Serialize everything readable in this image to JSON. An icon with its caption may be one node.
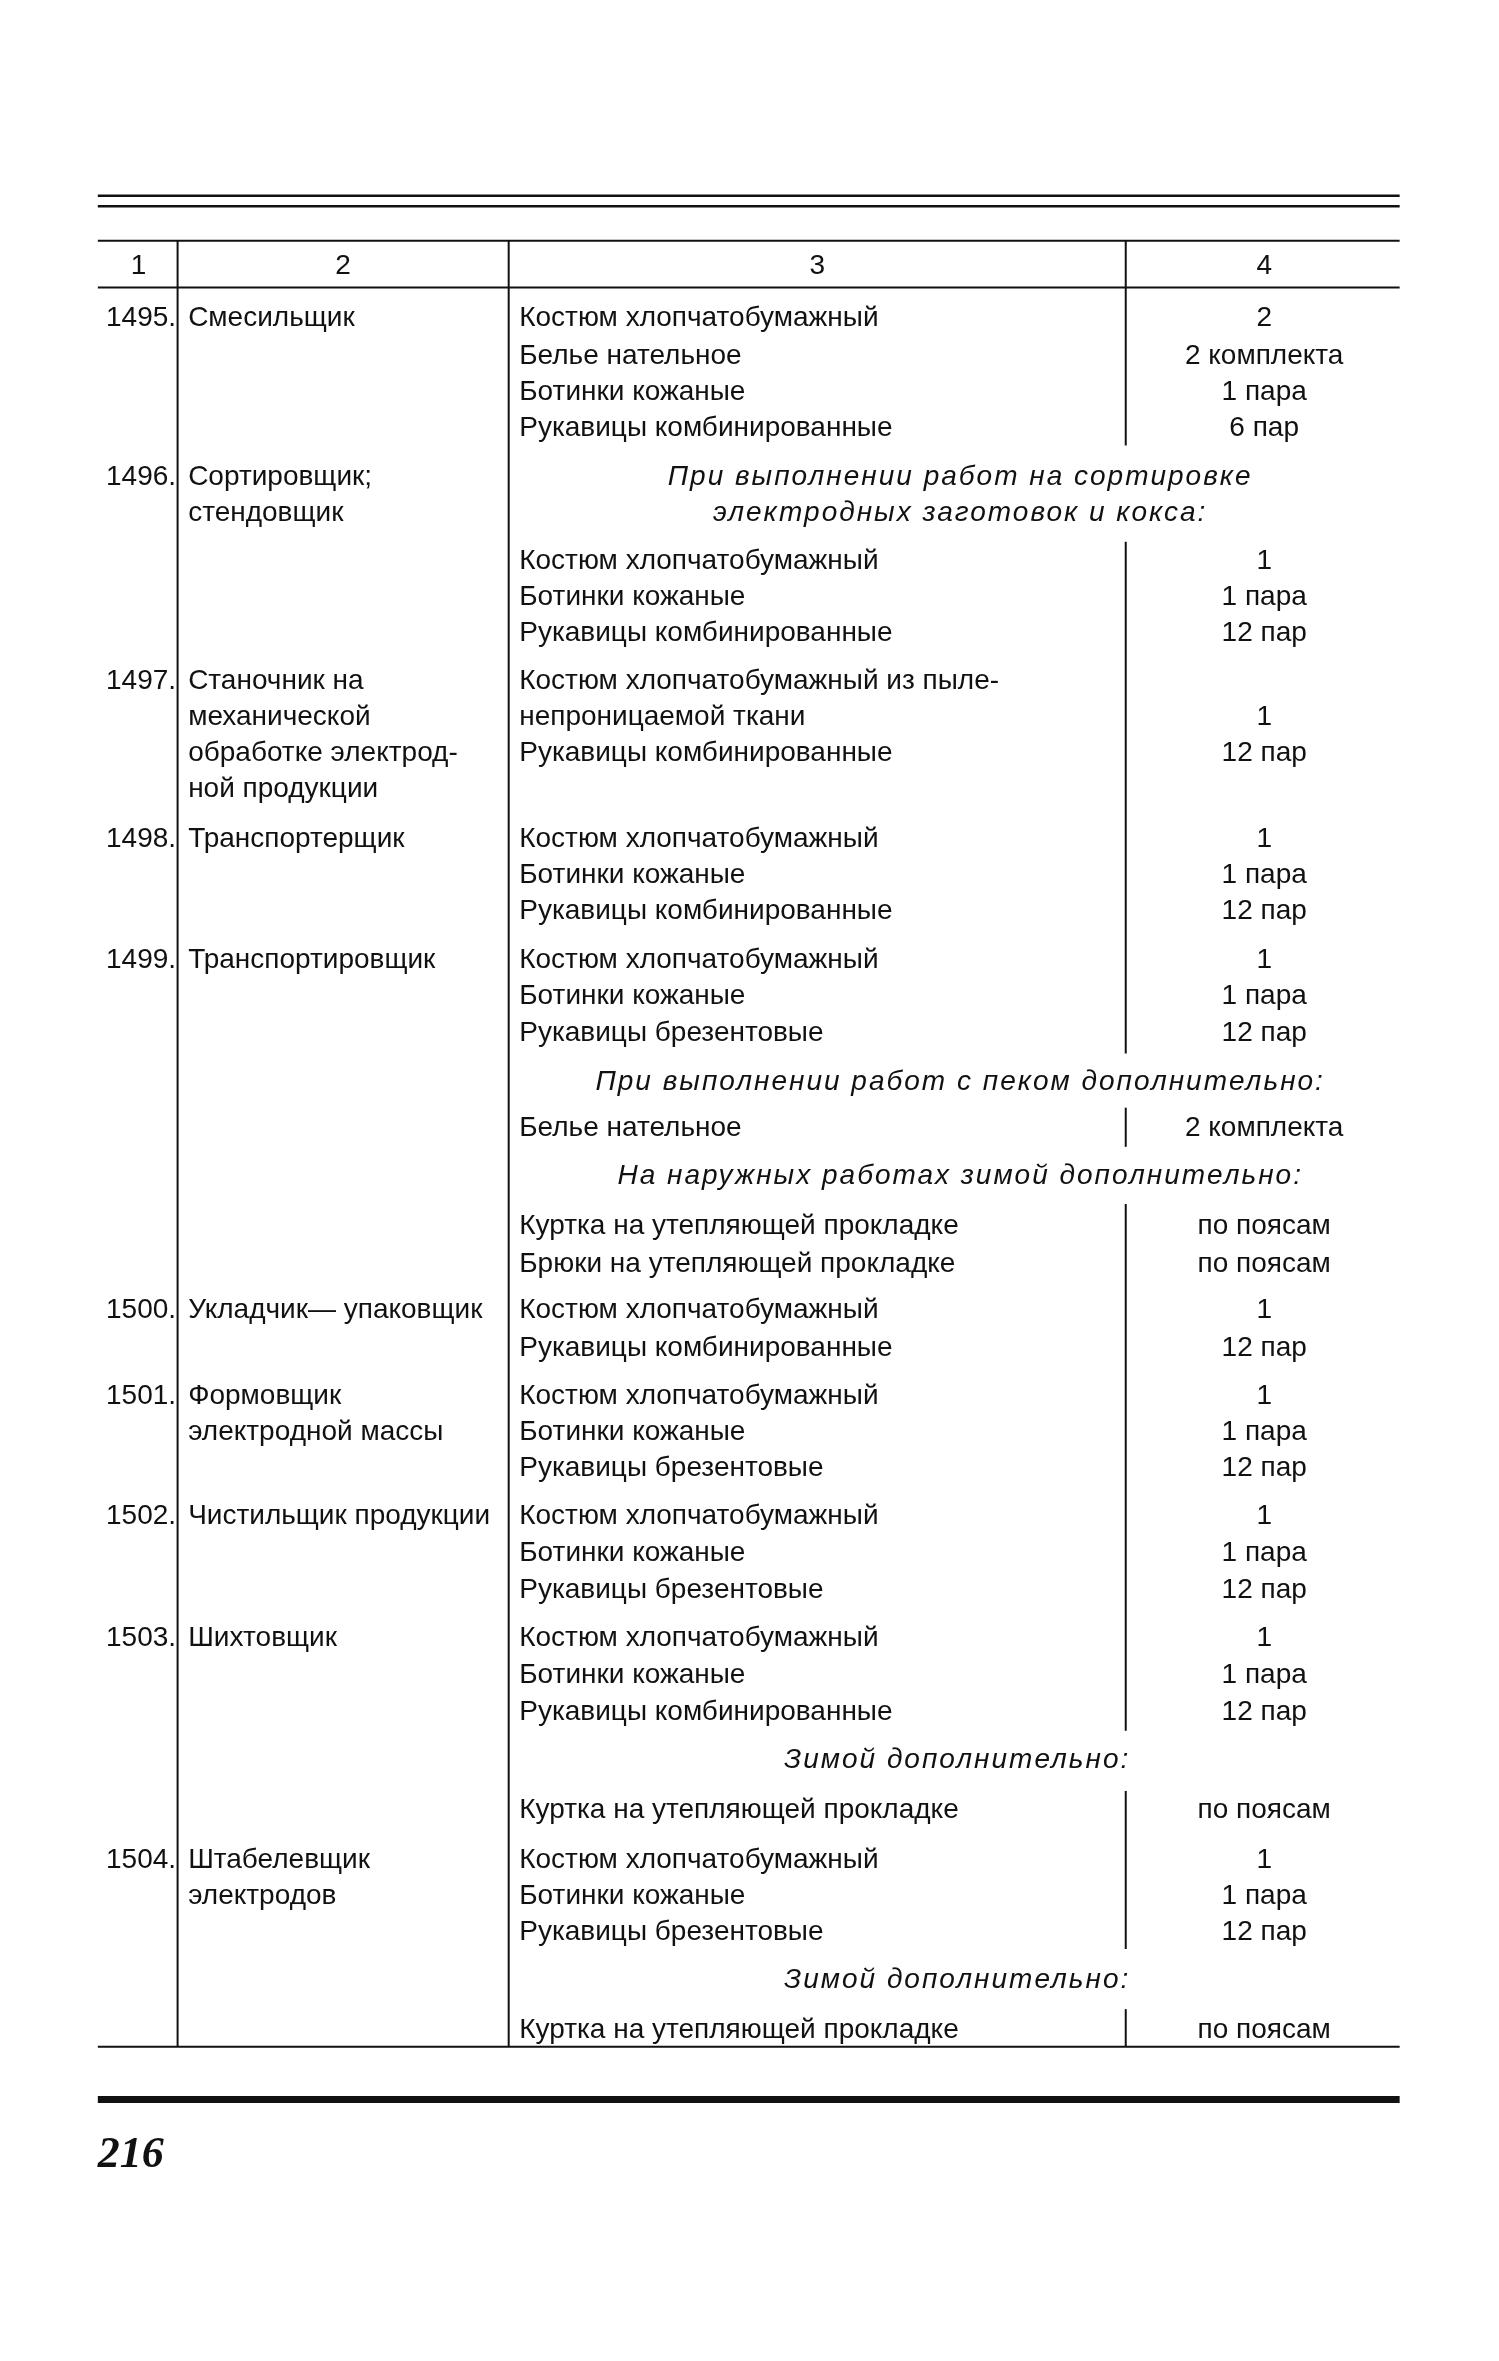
{
  "diagram": {
    "labels": [
      "1",
      "2",
      "3",
      "4",
      "1495.",
      "Смесильщик",
      "Костюм хлопчатобумажный",
      "2",
      "Белье нательное",
      "2 комплекта",
      "Ботинки кожаные",
      "1 пара",
      "Рукавицы комбинированные",
      "6 пар",
      "1496.",
      "Сортировщик; стендовщик",
      "При выполнении работ на сортировке электродных заготовок и кокса:",
      "Костюм хлопчатобумажный",
      "1",
      "Ботинки кожаные",
      "1 пара",
      "Рукавицы комбинированные",
      "12 пар",
      "1497.",
      "Станочник на механической обработке электрод- ной продукции",
      "Костюм хлопчатобумажный из пыле- непроницаемой ткани",
      "1",
      "Рукавицы комбинированные",
      "12 пар",
      "1498.",
      "Транспортерщик",
      "Костюм хлопчатобумажный",
      "1",
      "Ботинки кожаные",
      "1 пара",
      "Рукавицы комбинированные",
      "12 пар",
      "1499.",
      "Транспортировщик",
      "Костюм хлопчатобумажный",
      "1",
      "Ботинки кожаные",
      "1 пара",
      "Рукавицы брезентовые",
      "12 пар",
      "При выполнении работ с пеком дополнительно:",
      "Белье нательное",
      "2 комплекта",
      "На наружных работах зимой дополнительно:",
      "Куртка на утепляющей прокладке",
      "по поясам",
      "Брюки на утепляющей прокладке",
      "по поясам",
      "1500.",
      "Укладчик— упаковщик",
      "Костюм хлопчатобумажный",
      "1",
      "Рукавицы комбинированные",
      "12 пар",
      "1501.",
      "Формовщик электродной массы",
      "Костюм хлопчатобумажный",
      "1",
      "Ботинки кожаные",
      "1 пара",
      "Рукавицы брезентовые",
      "12 пар",
      "1502.",
      "Чистильщик продукции",
      "Костюм хлопчатобумажный",
      "1",
      "Ботинки кожаные",
      "1 пара",
      "Рукавицы брезентовые",
      "12 пар",
      "1503.",
      "Шихтовщик",
      "Костюм хлопчатобумажный",
      "1",
      "Ботинки кожаные",
      "1 пара",
      "Рукавицы комбинированные",
      "12 пар",
      "Зимой дополнительно:",
      "Куртка на утепляющей прокладке",
      "по поясам",
      "1504.",
      "Штабелевщик электродов",
      "Костюм хлопчатобумажный",
      "1",
      "Ботинки кожаные",
      "1 пара",
      "Рукавицы брезентовые",
      "12 пар",
      "Зимой дополнительно:",
      "Куртка на утепляющей прокладке",
      "по поясам",
      "216"
    ]
  }
}
